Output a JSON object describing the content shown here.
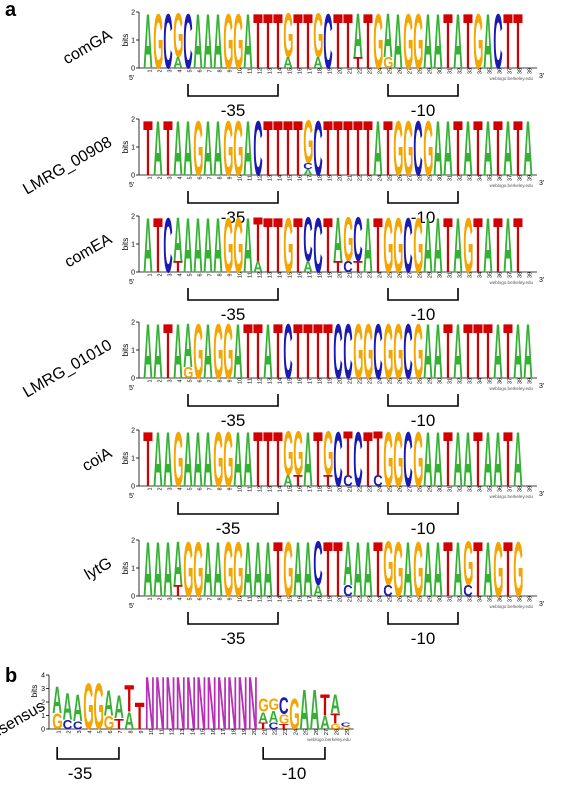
{
  "figure": {
    "letters": {
      "a": "a",
      "b": "b"
    },
    "axis_title": "bits",
    "end5": "5'",
    "end3": "3'",
    "credit": "weblogo.berkeley.edu",
    "box35": "-35",
    "box10": "-10",
    "colors": {
      "A": "#35b035",
      "C": "#1a1ab0",
      "G": "#f4a500",
      "T": "#d20000",
      "N": "#b62fb6"
    }
  },
  "logos": [
    {
      "name": "comGA",
      "columns": [
        [
          "A"
        ],
        [
          "G"
        ],
        [
          "C"
        ],
        [
          "G",
          "A"
        ],
        [
          "C"
        ],
        [
          "A"
        ],
        [
          "A"
        ],
        [
          "A"
        ],
        [
          "G"
        ],
        [
          "G"
        ],
        [
          "A"
        ],
        [
          "T"
        ],
        [
          "T"
        ],
        [
          "T"
        ],
        [
          "G",
          "A"
        ],
        [
          "T"
        ],
        [
          "T"
        ],
        [
          "G",
          "A"
        ],
        [
          "C"
        ],
        [
          "T"
        ],
        [
          "T"
        ],
        [
          "A",
          "T"
        ],
        [
          "T"
        ],
        [
          "G"
        ],
        [
          "A",
          "G"
        ],
        [
          "A"
        ],
        [
          "G"
        ],
        [
          "G"
        ],
        [
          "A"
        ],
        [
          "A"
        ],
        [
          "T"
        ],
        [
          "A"
        ],
        [
          "T"
        ],
        [
          "G"
        ],
        [
          "A"
        ],
        [
          "C"
        ],
        [
          "T"
        ],
        [
          "T"
        ],
        []
      ],
      "box35": [
        5,
        14
      ],
      "box10": [
        25,
        32
      ]
    },
    {
      "name": "LMRG_00908",
      "columns": [
        [
          "T"
        ],
        [
          "A"
        ],
        [
          "T"
        ],
        [
          "A"
        ],
        [
          "A"
        ],
        [
          "G"
        ],
        [
          "A"
        ],
        [
          "A"
        ],
        [
          "G"
        ],
        [
          "G"
        ],
        [
          "A"
        ],
        [
          "C"
        ],
        [
          "T"
        ],
        [
          "T"
        ],
        [
          "T"
        ],
        [
          "T"
        ],
        [
          "G",
          "C",
          "A"
        ],
        [
          "C"
        ],
        [
          "T"
        ],
        [
          "T"
        ],
        [
          "T"
        ],
        [
          "T"
        ],
        [
          "T"
        ],
        [
          "A"
        ],
        [
          "T"
        ],
        [
          "G"
        ],
        [
          "G"
        ],
        [
          "C"
        ],
        [
          "G"
        ],
        [
          "A"
        ],
        [
          "A"
        ],
        [
          "T"
        ],
        [
          "A"
        ],
        [
          "T"
        ],
        [
          "A"
        ],
        [
          "T"
        ],
        [
          "A"
        ],
        [
          "T"
        ],
        [
          "A"
        ]
      ],
      "box35": [
        5,
        14
      ],
      "box10": [
        25,
        32
      ]
    },
    {
      "name": "comEA",
      "columns": [
        [
          "A"
        ],
        [
          "T"
        ],
        [
          "C"
        ],
        [
          "A",
          "T"
        ],
        [
          "A"
        ],
        [
          "A"
        ],
        [
          "A"
        ],
        [
          "A"
        ],
        [
          "G"
        ],
        [
          "G"
        ],
        [
          "A"
        ],
        [
          "T",
          "A"
        ],
        [
          "T"
        ],
        [
          "T"
        ],
        [
          "G"
        ],
        [
          "T"
        ],
        [
          "C",
          "A"
        ],
        [
          "C"
        ],
        [
          "T"
        ],
        [
          "A",
          "T"
        ],
        [
          "G",
          "C"
        ],
        [
          "C",
          "T"
        ],
        [
          "A"
        ],
        [
          "T"
        ],
        [
          "G"
        ],
        [
          "G"
        ],
        [
          "C"
        ],
        [
          "G"
        ],
        [
          "A"
        ],
        [
          "A"
        ],
        [
          "T"
        ],
        [
          "A"
        ],
        [
          "G"
        ],
        [
          "T"
        ],
        [
          "A"
        ],
        [
          "T"
        ],
        [
          "A"
        ],
        [
          "T"
        ],
        []
      ],
      "box35": [
        5,
        14
      ],
      "box10": [
        25,
        32
      ]
    },
    {
      "name": "LMRG_01010",
      "columns": [
        [
          "A"
        ],
        [
          "A"
        ],
        [
          "T"
        ],
        [
          "A"
        ],
        [
          "A",
          "G"
        ],
        [
          "G"
        ],
        [
          "A"
        ],
        [
          "G"
        ],
        [
          "G"
        ],
        [
          "A"
        ],
        [
          "T"
        ],
        [
          "T"
        ],
        [
          "A"
        ],
        [
          "T"
        ],
        [
          "C"
        ],
        [
          "T"
        ],
        [
          "T"
        ],
        [
          "T"
        ],
        [
          "T"
        ],
        [
          "C"
        ],
        [
          "C"
        ],
        [
          "G"
        ],
        [
          "G"
        ],
        [
          "C"
        ],
        [
          "G"
        ],
        [
          "G"
        ],
        [
          "C"
        ],
        [
          "G"
        ],
        [
          "A"
        ],
        [
          "A"
        ],
        [
          "T"
        ],
        [
          "A"
        ],
        [
          "T"
        ],
        [
          "T"
        ],
        [
          "T"
        ],
        [
          "A"
        ],
        [
          "T"
        ],
        [
          "A"
        ],
        [
          "A"
        ]
      ],
      "box35": [
        5,
        14
      ],
      "box10": [
        25,
        32
      ]
    },
    {
      "name": "coiA",
      "columns": [
        [
          "T"
        ],
        [
          "A"
        ],
        [
          "A"
        ],
        [
          "G"
        ],
        [
          "A"
        ],
        [
          "A"
        ],
        [
          "A"
        ],
        [
          "G"
        ],
        [
          "G"
        ],
        [
          "A"
        ],
        [
          "A"
        ],
        [
          "T"
        ],
        [
          "T"
        ],
        [
          "T"
        ],
        [
          "G",
          "A"
        ],
        [
          "G",
          "T"
        ],
        [
          "A"
        ],
        [
          "T"
        ],
        [
          "G",
          "T"
        ],
        [
          "C"
        ],
        [
          "T",
          "C"
        ],
        [
          "C"
        ],
        [
          "T"
        ],
        [
          "T",
          "C"
        ],
        [
          "G"
        ],
        [
          "G"
        ],
        [
          "C"
        ],
        [
          "G"
        ],
        [
          "A"
        ],
        [
          "A"
        ],
        [
          "T"
        ],
        [
          "A"
        ],
        [
          "A"
        ],
        [
          "T"
        ],
        [
          "A"
        ],
        [
          "A"
        ],
        [
          "T"
        ],
        [
          "A"
        ],
        []
      ],
      "box35": [
        4,
        14
      ],
      "box10": [
        25,
        32
      ]
    },
    {
      "name": "lytG",
      "columns": [
        [
          "A"
        ],
        [
          "A"
        ],
        [
          "A"
        ],
        [
          "A",
          "T"
        ],
        [
          "G"
        ],
        [
          "G"
        ],
        [
          "A"
        ],
        [
          "A"
        ],
        [
          "G"
        ],
        [
          "G"
        ],
        [
          "A"
        ],
        [
          "A"
        ],
        [
          "A"
        ],
        [
          "T"
        ],
        [
          "G"
        ],
        [
          "A"
        ],
        [
          "A"
        ],
        [
          "C",
          "A"
        ],
        [
          "T"
        ],
        [
          "T"
        ],
        [
          "A",
          "C"
        ],
        [
          "A"
        ],
        [
          "A"
        ],
        [
          "T"
        ],
        [
          "G",
          "C"
        ],
        [
          "G"
        ],
        [
          "A"
        ],
        [
          "G"
        ],
        [
          "A"
        ],
        [
          "A"
        ],
        [
          "T"
        ],
        [
          "A"
        ],
        [
          "G",
          "C"
        ],
        [
          "T"
        ],
        [
          "A"
        ],
        [
          "G"
        ],
        [
          "T"
        ],
        [
          "G"
        ],
        []
      ],
      "box35": [
        5,
        14
      ],
      "box10": [
        25,
        32
      ]
    }
  ],
  "consensus": {
    "name": "consensus",
    "ylim": [
      0,
      4
    ],
    "yticks": [
      0,
      1,
      2,
      3,
      4
    ],
    "columns": [
      [
        [
          "A",
          2.0
        ],
        [
          "G",
          1.2
        ]
      ],
      [
        [
          "A",
          2.0
        ],
        [
          "C",
          0.7
        ]
      ],
      [
        [
          "A",
          2.0
        ],
        [
          "C",
          0.6
        ]
      ],
      [
        [
          "G",
          3.5
        ]
      ],
      [
        [
          "G",
          3.5
        ]
      ],
      [
        [
          "A",
          1.9
        ],
        [
          "G",
          1.0
        ]
      ],
      [
        [
          "A",
          1.7
        ],
        [
          "T",
          0.8
        ]
      ],
      [
        [
          "T",
          2.0
        ],
        [
          "A",
          1.3
        ]
      ],
      [
        [
          "T",
          2.0
        ]
      ],
      [
        [
          "N",
          4.1
        ]
      ],
      [
        [
          "N",
          4.1
        ]
      ],
      [
        [
          "N",
          4.1
        ]
      ],
      [
        [
          "N",
          4.1
        ]
      ],
      [
        [
          "N",
          4.1
        ]
      ],
      [
        [
          "N",
          4.1
        ]
      ],
      [
        [
          "N",
          4.1
        ]
      ],
      [
        [
          "N",
          4.1
        ]
      ],
      [
        [
          "N",
          4.1
        ]
      ],
      [
        [
          "N",
          4.1
        ]
      ],
      [
        [
          "N",
          4.1
        ]
      ],
      [
        [
          "A",
          0.8
        ],
        [
          "G",
          1.0
        ],
        [
          "T",
          0.5
        ]
      ],
      [
        [
          "A",
          0.9
        ],
        [
          "G",
          0.9
        ],
        [
          "C",
          0.5
        ]
      ],
      [
        [
          "C",
          1.3
        ],
        [
          "G",
          0.7
        ],
        [
          "T",
          0.4
        ]
      ],
      [
        [
          "G",
          2.3
        ]
      ],
      [
        [
          "A",
          3.0
        ]
      ],
      [
        [
          "A",
          3.0
        ]
      ],
      [
        [
          "T",
          1.6
        ],
        [
          "A",
          1.0
        ]
      ],
      [
        [
          "A",
          1.4
        ],
        [
          "T",
          0.8
        ],
        [
          "G",
          0.4
        ]
      ],
      [
        [
          "C",
          0.3
        ],
        [
          "G",
          0.2
        ]
      ]
    ],
    "box35": [
      1,
      7
    ],
    "box10": [
      21,
      27
    ]
  }
}
